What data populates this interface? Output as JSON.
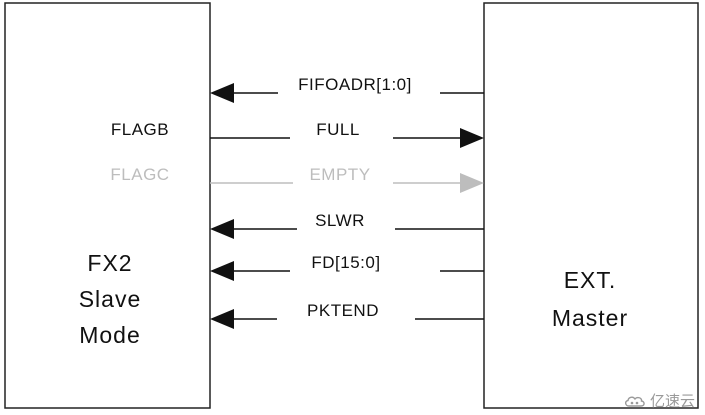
{
  "colors": {
    "active": "#111111",
    "inactive": "#bdbdbd"
  },
  "left_block": {
    "lines": [
      "FX2",
      "Slave",
      "Mode"
    ]
  },
  "right_block": {
    "lines": [
      "EXT.",
      "Master"
    ]
  },
  "signals": [
    {
      "label": "FIFOADR[1:0]",
      "direction": "to-fx2",
      "pin": "",
      "active": true
    },
    {
      "label": "FULL",
      "direction": "to-master",
      "pin": "FLAGB",
      "active": true
    },
    {
      "label": "EMPTY",
      "direction": "to-master",
      "pin": "FLAGC",
      "active": false
    },
    {
      "label": "SLWR",
      "direction": "to-fx2",
      "pin": "",
      "active": true
    },
    {
      "label": "FD[15:0]",
      "direction": "to-fx2",
      "pin": "",
      "active": true
    },
    {
      "label": "PKTEND",
      "direction": "to-fx2",
      "pin": "",
      "active": true
    }
  ],
  "watermark": {
    "text": "亿速云",
    "icon": "cloud-icon"
  }
}
